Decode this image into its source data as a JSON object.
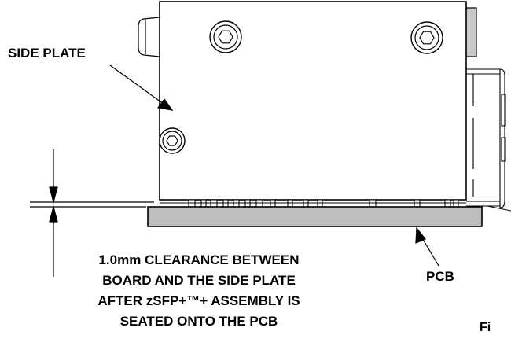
{
  "labels": {
    "side_plate": "SIDE PLATE",
    "pcb": "PCB",
    "figure": "Fi"
  },
  "note_lines": [
    "1.0mm CLEARANCE BETWEEN",
    "BOARD AND THE SIDE PLATE",
    "AFTER zSFP+™+ ASSEMBLY IS",
    "SEATED ONTO THE PCB"
  ],
  "colors": {
    "line": "#000000",
    "pcb_fill": "#bdbdbd",
    "tab_fill": "#c8c8c8",
    "background": "#ffffff"
  }
}
